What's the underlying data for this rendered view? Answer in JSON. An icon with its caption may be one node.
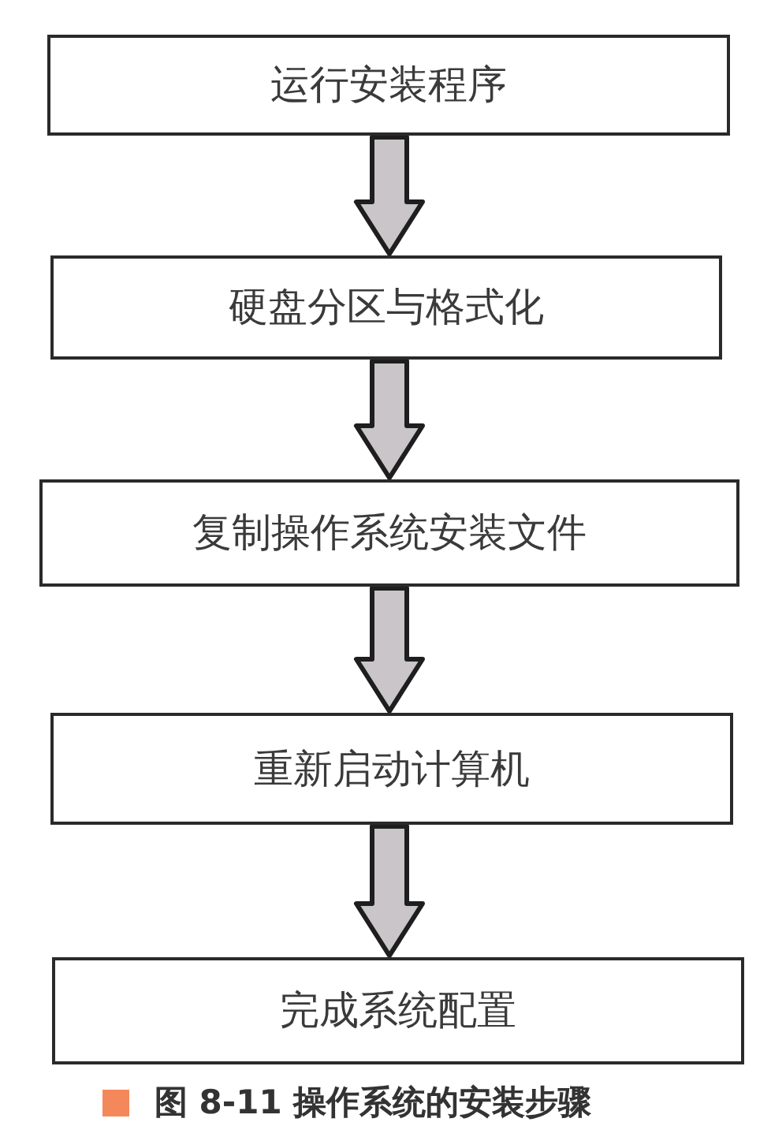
{
  "diagram": {
    "caption": "图 8-11 操作系统的安装步骤",
    "nodes": [
      {
        "text": [
          "运行安装程序"
        ]
      },
      {
        "text": [
          "硬盘分区与格式化"
        ]
      },
      {
        "text": [
          "复制操作系统安装文件"
        ]
      },
      {
        "text": [
          "重新启动计算机"
        ]
      },
      {
        "text": [
          "完成系统配置"
        ]
      }
    ],
    "edges": [
      {
        "from": 0,
        "to": 1,
        "arrow": "to"
      },
      {
        "from": 1,
        "to": 2,
        "arrow": "to"
      },
      {
        "from": 2,
        "to": 3,
        "arrow": "to"
      },
      {
        "from": 3,
        "to": 4,
        "arrow": "to"
      }
    ]
  }
}
